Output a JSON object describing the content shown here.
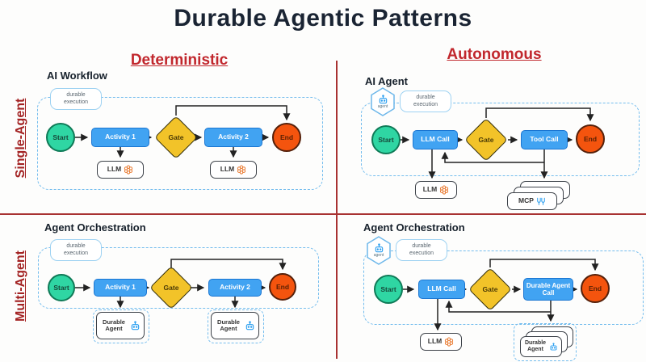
{
  "title": "Durable Agentic Patterns",
  "columns": {
    "left": "Deterministic",
    "right": "Autonomous"
  },
  "rows": {
    "top": "Single-Agent",
    "bottom": "Multi-Agent"
  },
  "badges": {
    "durable_execution": "durable execution",
    "agent": "agent"
  },
  "quadrants": {
    "ai_workflow": {
      "label": "AI Workflow",
      "nodes": {
        "start": "Start",
        "activity1": "Activity 1",
        "gate": "Gate",
        "activity2": "Activity 2",
        "end": "End",
        "llm1": "LLM",
        "llm2": "LLM"
      }
    },
    "ai_agent": {
      "label": "AI Agent",
      "nodes": {
        "start": "Start",
        "llm_call": "LLM Call",
        "gate": "Gate",
        "tool_call": "Tool Call",
        "end": "End",
        "llm": "LLM",
        "mcp": "MCP"
      }
    },
    "orchestration_deterministic": {
      "label": "Agent Orchestration",
      "nodes": {
        "start": "Start",
        "activity1": "Activity 1",
        "gate": "Gate",
        "activity2": "Activity 2",
        "end": "End",
        "durable_agent1": "Durable Agent",
        "durable_agent2": "Durable Agent"
      }
    },
    "orchestration_autonomous": {
      "label": "Agent Orchestration",
      "nodes": {
        "start": "Start",
        "llm_call": "LLM Call",
        "gate": "Gate",
        "durable_agent_call": "Durable Agent Call",
        "end": "End",
        "llm": "LLM",
        "durable_agent": "Durable Agent"
      }
    }
  },
  "colors": {
    "accent_red": "#b32b2b",
    "title_navy": "#1a2433",
    "node_blue": "#41a3f2",
    "node_green": "#2fd6a3",
    "node_yellow": "#f2c329",
    "node_orange": "#f4540e",
    "frame_blue": "#74bdee",
    "icon_orange": "#e8762a",
    "icon_blue": "#2b9ff0"
  }
}
